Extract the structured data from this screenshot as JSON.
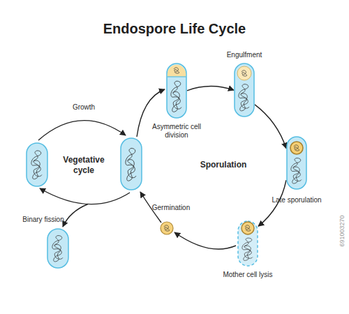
{
  "diagram": {
    "title": "Endospore Life Cycle",
    "nodes": [
      {
        "text": [
          "Asymmetric cell division"
        ]
      },
      {
        "text": [
          "Engulfment"
        ]
      },
      {
        "text": [
          "Late sporulation"
        ]
      },
      {
        "text": [
          "Mother cell lysis"
        ]
      }
    ],
    "edges": [
      {
        "from": 0,
        "to": 1,
        "arrow": "to"
      },
      {
        "from": 1,
        "to": 2,
        "arrow": "to"
      },
      {
        "from": 2,
        "to": 3,
        "arrow": "to"
      }
    ],
    "labels": [
      "Growth",
      "Vegetative cycle",
      "Binary fission",
      "Sporulation",
      "Germination",
      "691003270"
    ]
  }
}
